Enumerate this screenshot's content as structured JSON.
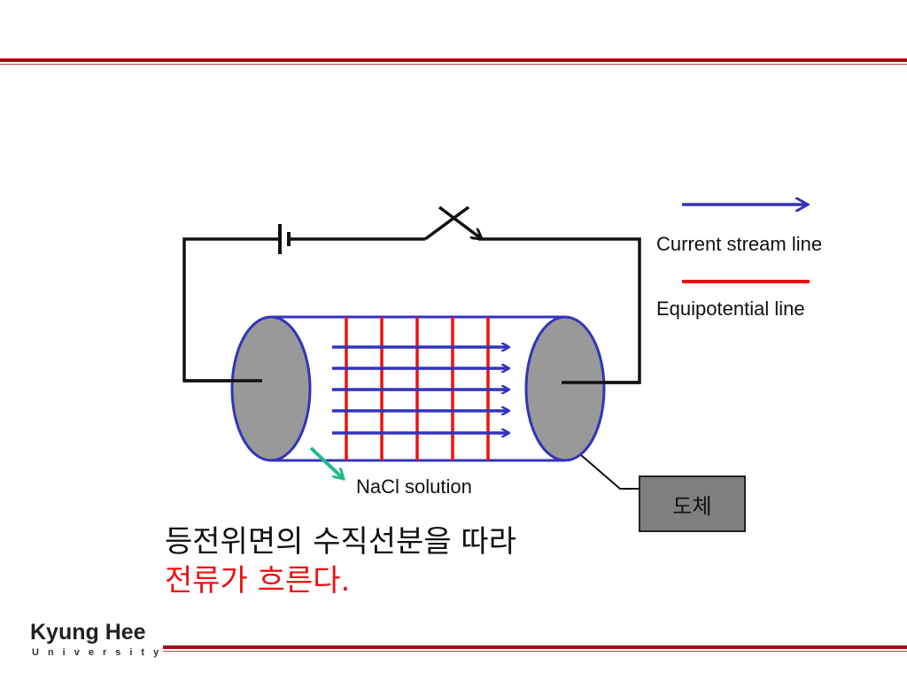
{
  "legend": {
    "current_label": "Current stream line",
    "equipotential_label": "Equipotential line"
  },
  "diagram": {
    "solution_label": "NaCl solution",
    "conductor_label": "도체",
    "caption_line1": "등전위면의 수직선분을 따라",
    "caption_line2": "전류가 흐른다."
  },
  "colors": {
    "stream_line": "#3333bb",
    "equipotential_line": "#ee1111",
    "electrode_fill": "#999999",
    "nacl_pointer": "#22bb88",
    "rule_color": "#a01010"
  },
  "logo": {
    "name": "Kyung Hee",
    "sub": "University"
  }
}
